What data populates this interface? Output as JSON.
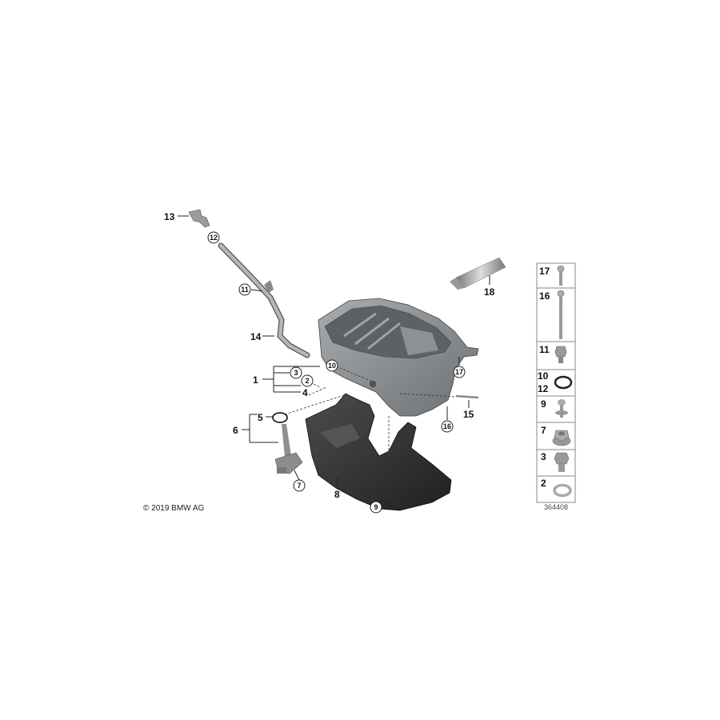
{
  "copyright": "© 2019 BMW AG",
  "diagram_id": "364408",
  "callouts": {
    "c1": "1",
    "c2": "2",
    "c3": "3",
    "c4": "4",
    "c5": "5",
    "c6": "6",
    "c7": "7",
    "c8": "8",
    "c9": "9",
    "c10": "10",
    "c11": "11",
    "c12": "12",
    "c13": "13",
    "c14": "14",
    "c15": "15",
    "c16": "16",
    "c17": "17",
    "c18": "18"
  },
  "side_panel": {
    "rows": [
      {
        "label": "17",
        "part": "bolt-short"
      },
      {
        "label": "16",
        "part": "bolt-long"
      },
      {
        "label": "11",
        "part": "hex-bolt"
      },
      {
        "label": "10",
        "label2": "12",
        "part": "o-ring"
      },
      {
        "label": "9",
        "part": "grommet-screw"
      },
      {
        "label": "7",
        "part": "flange-nut"
      },
      {
        "label": "3",
        "part": "drain-plug"
      },
      {
        "label": "2",
        "part": "sealing-washer"
      }
    ]
  },
  "colors": {
    "pan": "#8a8d90",
    "cover": "#2f3133",
    "line": "#222222"
  }
}
